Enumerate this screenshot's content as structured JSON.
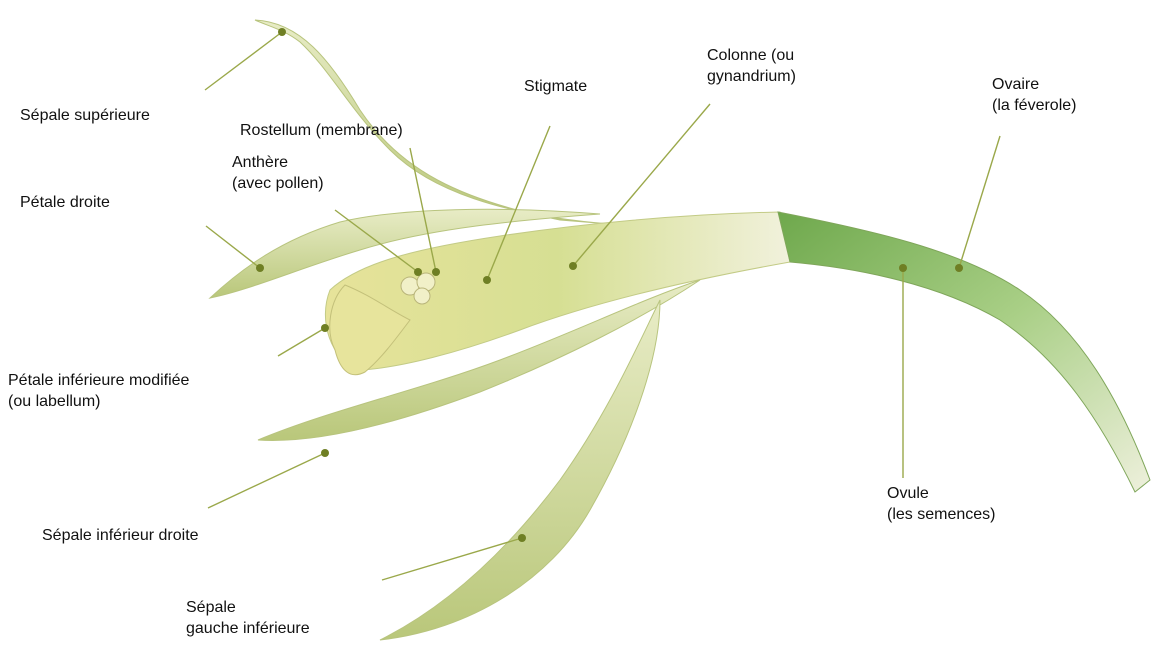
{
  "labels": {
    "sepale_superieure": "Sépale supérieure",
    "petale_droite": "Pétale droite",
    "petale_inferieure_line1": "Pétale inférieure modifiée",
    "petale_inferieure_line2": "(ou labellum)",
    "sepale_inferieur_droite": "Sépale inférieur droite",
    "sepale_gauche_line1": "Sépale",
    "sepale_gauche_line2": "gauche inférieure",
    "anthere_line1": "Anthère",
    "anthere_line2": "(avec pollen)",
    "rostellum": "Rostellum (membrane)",
    "stigmate": "Stigmate",
    "colonne_line1": "Colonne (ou",
    "colonne_line2": "gynandrium)",
    "ovaire_line1": "Ovaire",
    "ovaire_line2": "(la féverole)",
    "ovule_line1": "Ovule",
    "ovule_line2": "(les semences)"
  },
  "colors": {
    "leader_line": "#9aa84a",
    "leader_dot": "#6f7f24",
    "petal_light": "#dfe6b4",
    "petal_mid": "#c9d68f",
    "stem_green": "#8db86a"
  }
}
